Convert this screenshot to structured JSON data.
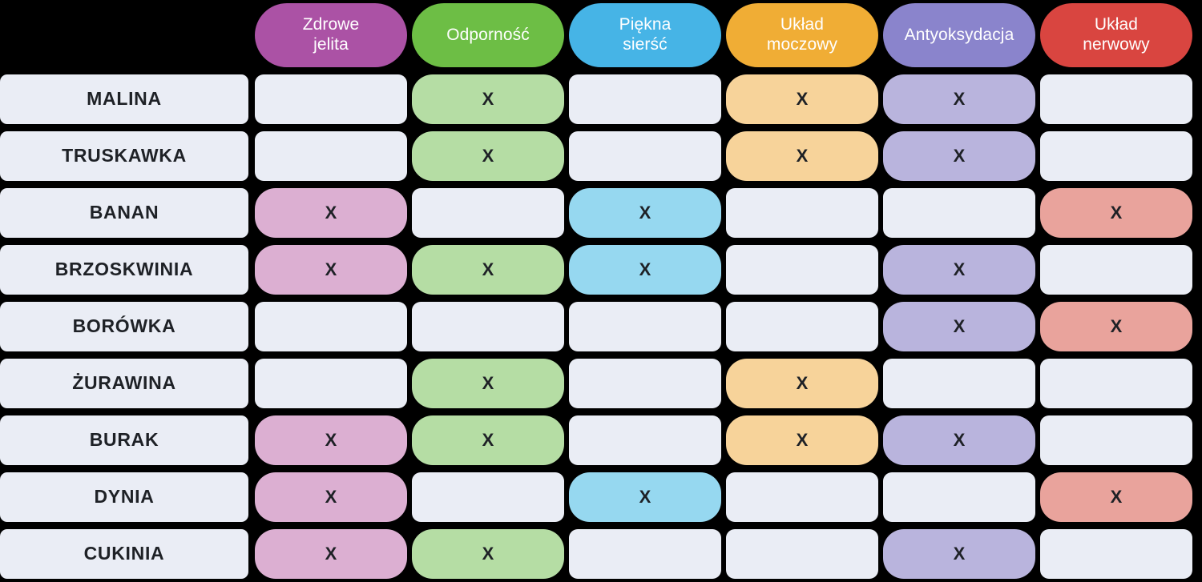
{
  "table": {
    "mark_symbol": "X",
    "empty_cell_color": "#EAEDF5",
    "background_color": "#000000",
    "row_label_color": "#EAEDF5",
    "columns": [
      {
        "label": "Zdrowe\njelita",
        "header_color": "#AB52A5",
        "cell_color": "#DCAFD2"
      },
      {
        "label": "Odporność",
        "header_color": "#6DBE45",
        "cell_color": "#B5DDA4"
      },
      {
        "label": "Piękna\nsierść",
        "header_color": "#46B4E6",
        "cell_color": "#96D8F0"
      },
      {
        "label": "Układ\nmoczowy",
        "header_color": "#F0AD35",
        "cell_color": "#F7D39A"
      },
      {
        "label": "Antyoksydacja",
        "header_color": "#8A84CC",
        "cell_color": "#B9B4DD"
      },
      {
        "label": "Układ\nnerwowy",
        "header_color": "#D94540",
        "cell_color": "#E9A39C"
      }
    ],
    "rows": [
      {
        "label": "MALINA",
        "marks": [
          false,
          true,
          false,
          true,
          true,
          false
        ]
      },
      {
        "label": "TRUSKAWKA",
        "marks": [
          false,
          true,
          false,
          true,
          true,
          false
        ]
      },
      {
        "label": "BANAN",
        "marks": [
          true,
          false,
          true,
          false,
          false,
          true
        ]
      },
      {
        "label": "BRZOSKWINIA",
        "marks": [
          true,
          true,
          true,
          false,
          true,
          false
        ]
      },
      {
        "label": "BORÓWKA",
        "marks": [
          false,
          false,
          false,
          false,
          true,
          true
        ]
      },
      {
        "label": "ŻURAWINA",
        "marks": [
          false,
          true,
          false,
          true,
          false,
          false
        ]
      },
      {
        "label": "BURAK",
        "marks": [
          true,
          true,
          false,
          true,
          true,
          false
        ]
      },
      {
        "label": "DYNIA",
        "marks": [
          true,
          false,
          true,
          false,
          false,
          true
        ]
      },
      {
        "label": "CUKINIA",
        "marks": [
          true,
          true,
          false,
          false,
          true,
          false
        ]
      }
    ]
  }
}
